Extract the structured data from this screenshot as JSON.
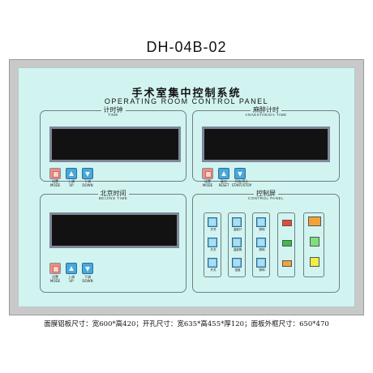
{
  "model": "DH-04B-02",
  "panel": {
    "title_cn": "手术室集中控制系统",
    "title_en": "OPERATING ROOM CONTROL PANEL"
  },
  "timer": {
    "title_cn": "计时钟",
    "title_en": "TIME",
    "buttons": [
      {
        "cn": "设置",
        "en": "MODE"
      },
      {
        "cn": "上调",
        "en": "UP"
      },
      {
        "cn": "下调",
        "en": "DOWN"
      }
    ]
  },
  "anesthesia": {
    "title_cn": "麻醉计时",
    "title_en": "ANAESTHESIA TIME",
    "buttons": [
      {
        "cn": "设置",
        "en": "MODE"
      },
      {
        "cn": "复位",
        "en": "RESET"
      },
      {
        "cn": "开始/停止",
        "en": "START/STOP"
      }
    ]
  },
  "beijing": {
    "title_cn": "北京时间",
    "title_en": "BEIJING TIME",
    "buttons": [
      {
        "cn": "设置",
        "en": "MODE"
      },
      {
        "cn": "上调",
        "en": "UP"
      },
      {
        "cn": "下调",
        "en": "DOWN"
      }
    ]
  },
  "control": {
    "title_cn": "控制屏",
    "title_en": "CONTROL PANEL",
    "col1": [
      "开关",
      "开关",
      "开关"
    ],
    "col2": [
      "温度升",
      "温度降",
      "湿度"
    ],
    "col3": [
      "照明",
      "照明",
      "照明"
    ],
    "col4": [
      "",
      "",
      ""
    ],
    "col5": [
      "",
      "",
      ""
    ],
    "colors": {
      "green": "#3dbb48",
      "orange": "#f2a23a",
      "yellow": "#eeee44",
      "red": "#e84b32"
    }
  },
  "specs": "面膜铝板尺寸：宽600*高420；开孔尺寸：宽635*高455*厚120；面板外框尺寸：650*470"
}
